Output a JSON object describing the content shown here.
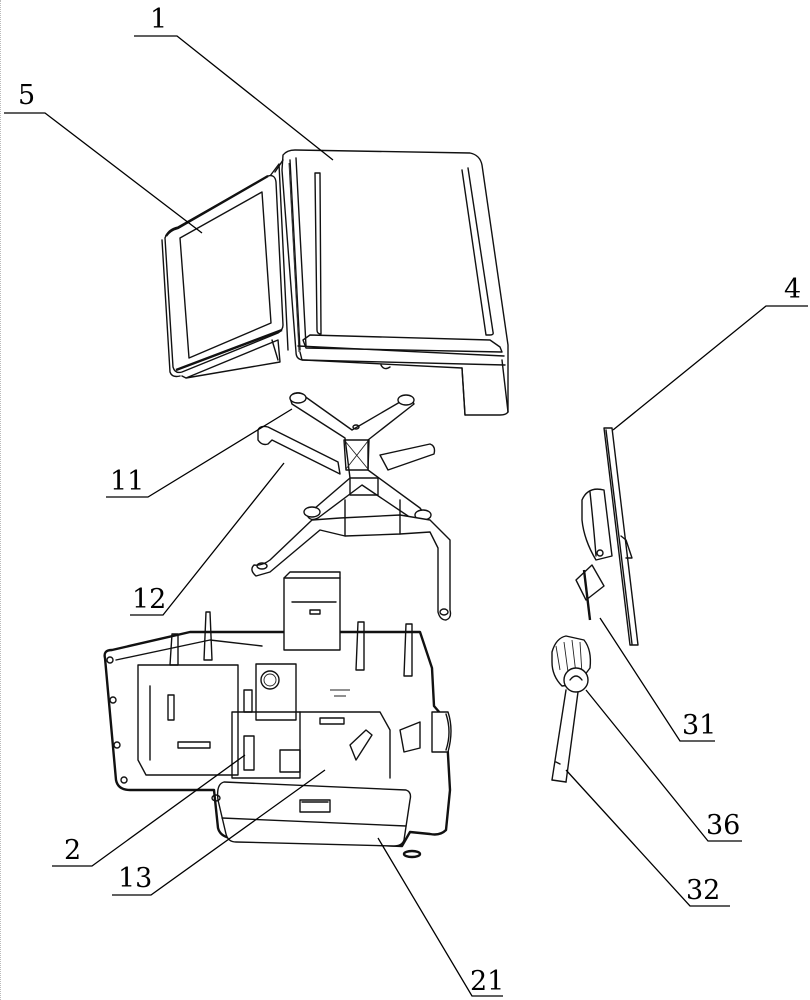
{
  "figure": {
    "type": "exploded-view patent drawing",
    "subject": "electronic weighing scale assembly"
  },
  "callouts": [
    {
      "id": "label-1",
      "text": "1",
      "refers_to": "weighing pan / top cover"
    },
    {
      "id": "label-5",
      "text": "5",
      "refers_to": "display screen"
    },
    {
      "id": "label-4",
      "text": "4",
      "refers_to": "rear display panel"
    },
    {
      "id": "label-11",
      "text": "11",
      "refers_to": "upper support bracket"
    },
    {
      "id": "label-12",
      "text": "12",
      "refers_to": "lower support frame"
    },
    {
      "id": "label-2",
      "text": "2",
      "refers_to": "base housing"
    },
    {
      "id": "label-13",
      "text": "13",
      "refers_to": "load cell mount"
    },
    {
      "id": "label-21",
      "text": "21",
      "refers_to": "front housing panel"
    },
    {
      "id": "label-31",
      "text": "31",
      "refers_to": "pole joint"
    },
    {
      "id": "label-36",
      "text": "36",
      "refers_to": "adjustment knob"
    },
    {
      "id": "label-32",
      "text": "32",
      "refers_to": "support pole"
    }
  ]
}
